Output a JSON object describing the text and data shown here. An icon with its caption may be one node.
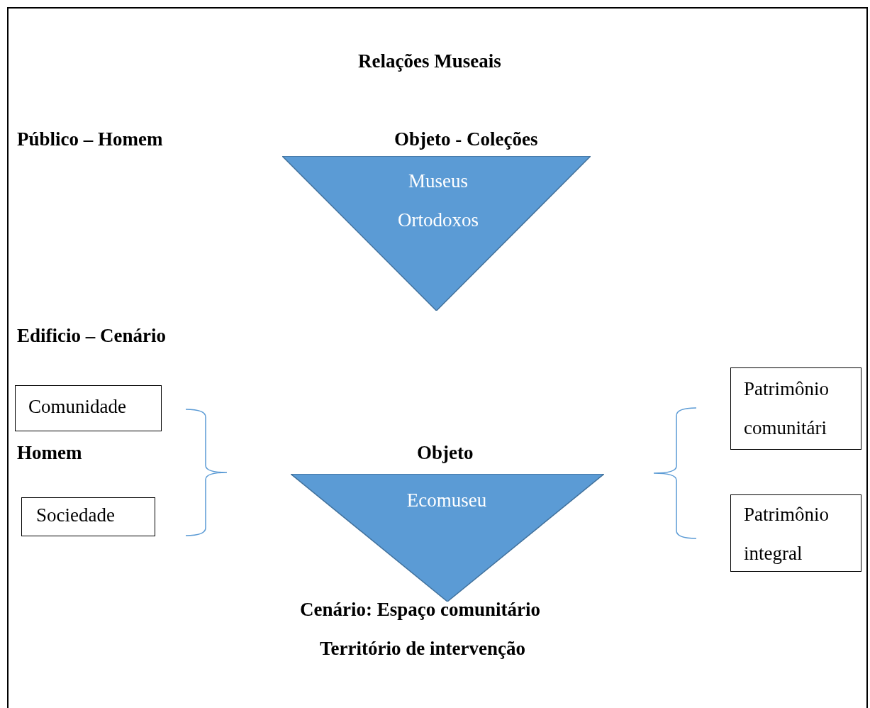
{
  "diagram": {
    "title": "Relações Museais",
    "nodes": [
      {
        "text": [
          "Museus Ortodoxos"
        ]
      },
      {
        "text": [
          "Comunidade"
        ]
      },
      {
        "text": [
          "Patrimônio comunitári"
        ]
      },
      {
        "text": [
          "Ecomuseu"
        ]
      },
      {
        "text": [
          "Sociedade"
        ]
      },
      {
        "text": [
          "Patrimônio integral"
        ]
      }
    ],
    "edges": [],
    "labels": [
      "Público – Homem",
      "Objeto - Coleções",
      "Edificio – Cenário",
      "Homem",
      "Objeto",
      "Cenário: Espaço comunitário",
      "Território de intervenção"
    ]
  }
}
